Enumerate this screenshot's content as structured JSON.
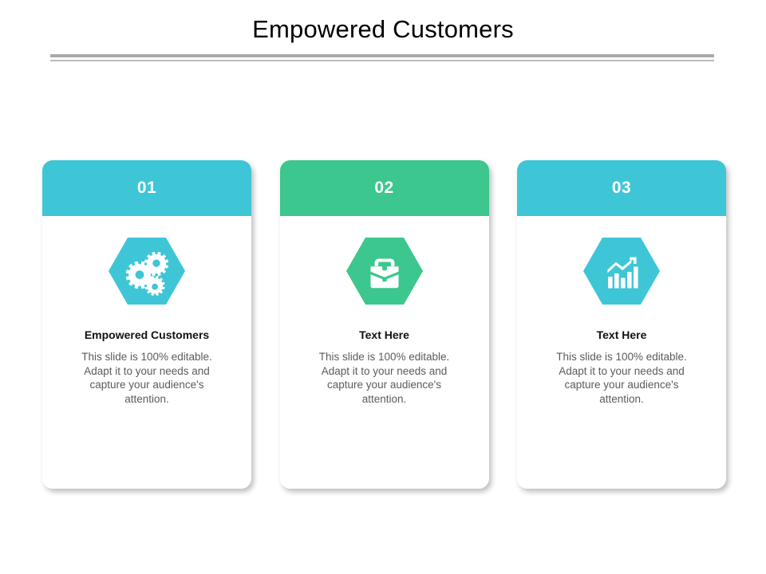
{
  "slide": {
    "title": "Empowered Customers",
    "background_color": "#ffffff",
    "divider": {
      "thick_color": "#aaaaaa",
      "thin_color": "#bbbbbb"
    }
  },
  "cards": [
    {
      "number": "01",
      "header_color": "#3fc6d6",
      "hex_color": "#3fc6d6",
      "icon": "gears-icon",
      "heading": "Empowered Customers",
      "body": "This slide is 100% editable. Adapt it to your needs and capture your audience's attention."
    },
    {
      "number": "02",
      "header_color": "#3bc78d",
      "hex_color": "#3bc78d",
      "icon": "briefcase-icon",
      "heading": "Text Here",
      "body": "This slide is 100% editable. Adapt it to your needs and capture your audience's attention."
    },
    {
      "number": "03",
      "header_color": "#3fc6d6",
      "hex_color": "#3fc6d6",
      "icon": "bar-chart-growth-icon",
      "heading": "Text Here",
      "body": "This slide is 100% editable. Adapt it to your needs and capture your audience's attention."
    }
  ]
}
